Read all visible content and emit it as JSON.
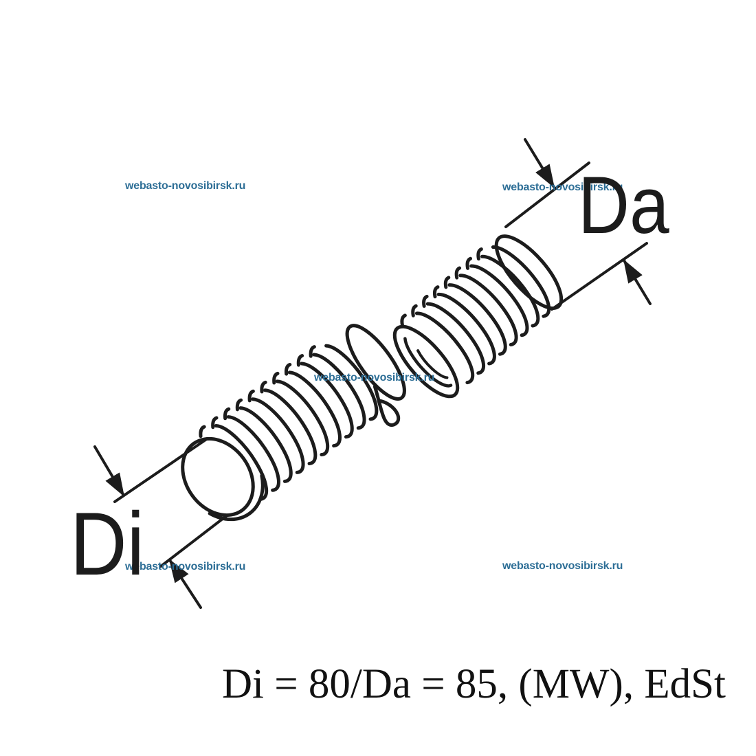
{
  "page": {
    "background": "#ffffff"
  },
  "drawing": {
    "ink_color": "#1c1c1c",
    "subject": "corrugated flexible exhaust pipe shown diagonally in two sections with dimension arrows",
    "labels": {
      "outer_diameter": "Da",
      "inner_diameter": "Di"
    }
  },
  "caption": {
    "text": "Di = 80/Da = 85, (MW), EdSt"
  },
  "watermark": {
    "text": "webasto-novosibirsk.ru",
    "color": "#2d6e96",
    "count": 5
  }
}
